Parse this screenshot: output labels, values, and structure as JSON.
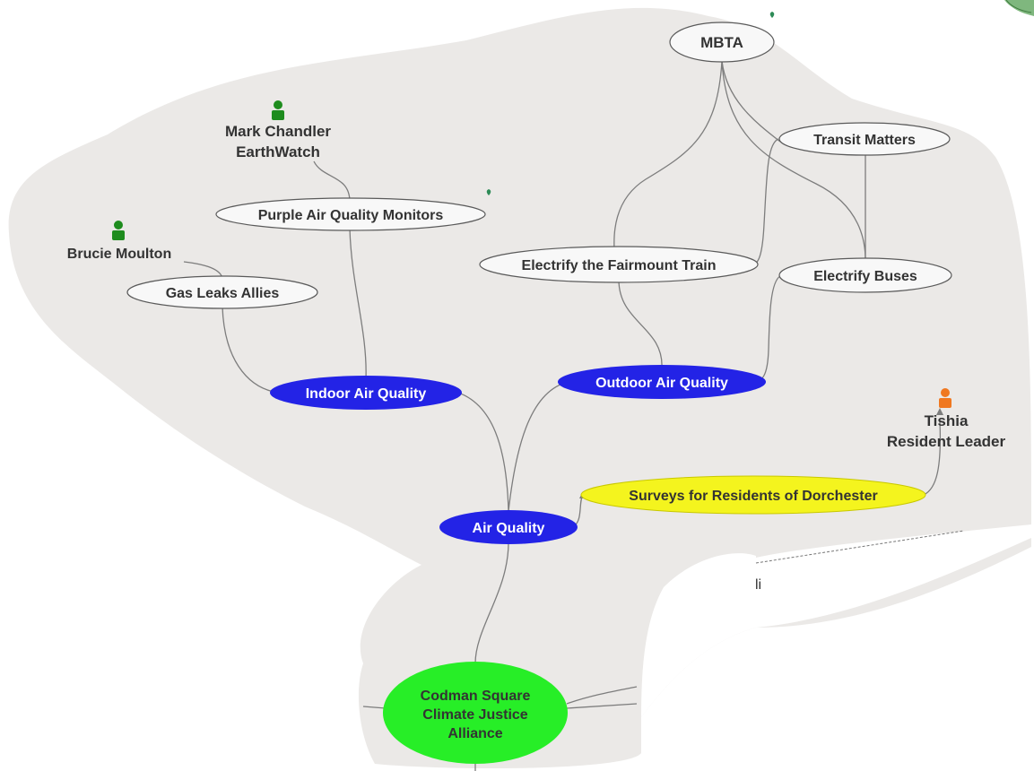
{
  "colors": {
    "background_blob": "#ebe9e7",
    "page": "#ffffff",
    "link": "#7d7d7d",
    "node_white": "#f8f8f8",
    "node_border": "#5a5a5a",
    "node_blue": "#2323e6",
    "node_yellow": "#f4f41e",
    "node_green": "#27ee27",
    "person_green": "#1e8c1e",
    "person_orange": "#f07820",
    "text_dark": "#333333",
    "text_light": "#ffffff"
  },
  "nodes": {
    "mbta": "MBTA",
    "transit_matters": "Transit Matters",
    "purple_air": "Purple Air Quality Monitors",
    "gas_leaks": "Gas Leaks Allies",
    "fairmount": "Electrify the Fairmount Train",
    "electrify_buses": "Electrify Buses",
    "indoor_air": "Indoor Air Quality",
    "outdoor_air": "Outdoor Air Quality",
    "air_quality": "Air Quality",
    "surveys": "Surveys for Residents of Dorchester",
    "codman": [
      "Codman Square",
      "Climate Justice",
      "Alliance"
    ]
  },
  "people": {
    "mark": [
      "Mark Chandler",
      "EarthWatch"
    ],
    "brucie": [
      "Brucie Moulton"
    ],
    "tishia": [
      "Tishia",
      "Resident Leader"
    ]
  },
  "fragments": {
    "partial_label": "li"
  },
  "icons": {
    "person": "person-icon",
    "sprout": "sprout-icon",
    "corner": "corner-leaf-icon"
  }
}
